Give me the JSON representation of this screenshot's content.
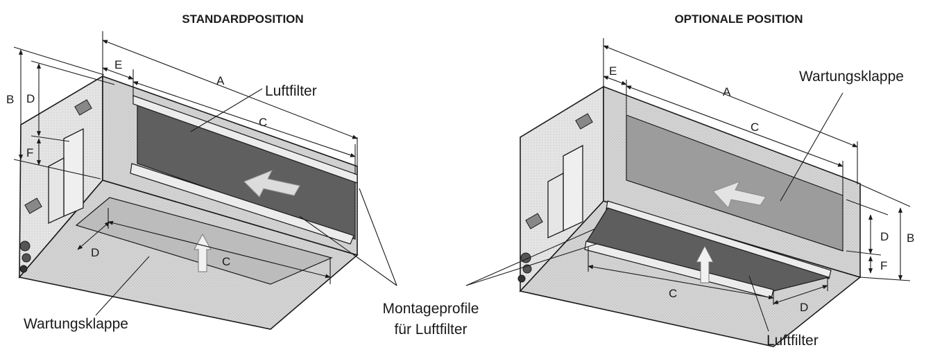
{
  "titles": {
    "standard": "STANDARDPOSITION",
    "optional": "OPTIONALE POSITION"
  },
  "dimensions": {
    "a": "A",
    "b": "B",
    "c": "C",
    "d": "D",
    "e": "E",
    "f": "F"
  },
  "callouts": {
    "luftfilter": "Luftfilter",
    "wartungsklappe": "Wartungsklappe",
    "montageprofile_line1": "Montageprofile",
    "montageprofile_line2": "für Luftfilter"
  },
  "colors": {
    "body_face": "#d4d4d4",
    "body_side": "#e2e2e2",
    "body_top": "#cfcfcf",
    "filter_dark": "#5e5e5e",
    "panel_mid": "#9a9a9a",
    "rail": "#e9e9e9",
    "stroke": "#1a1a1a"
  }
}
